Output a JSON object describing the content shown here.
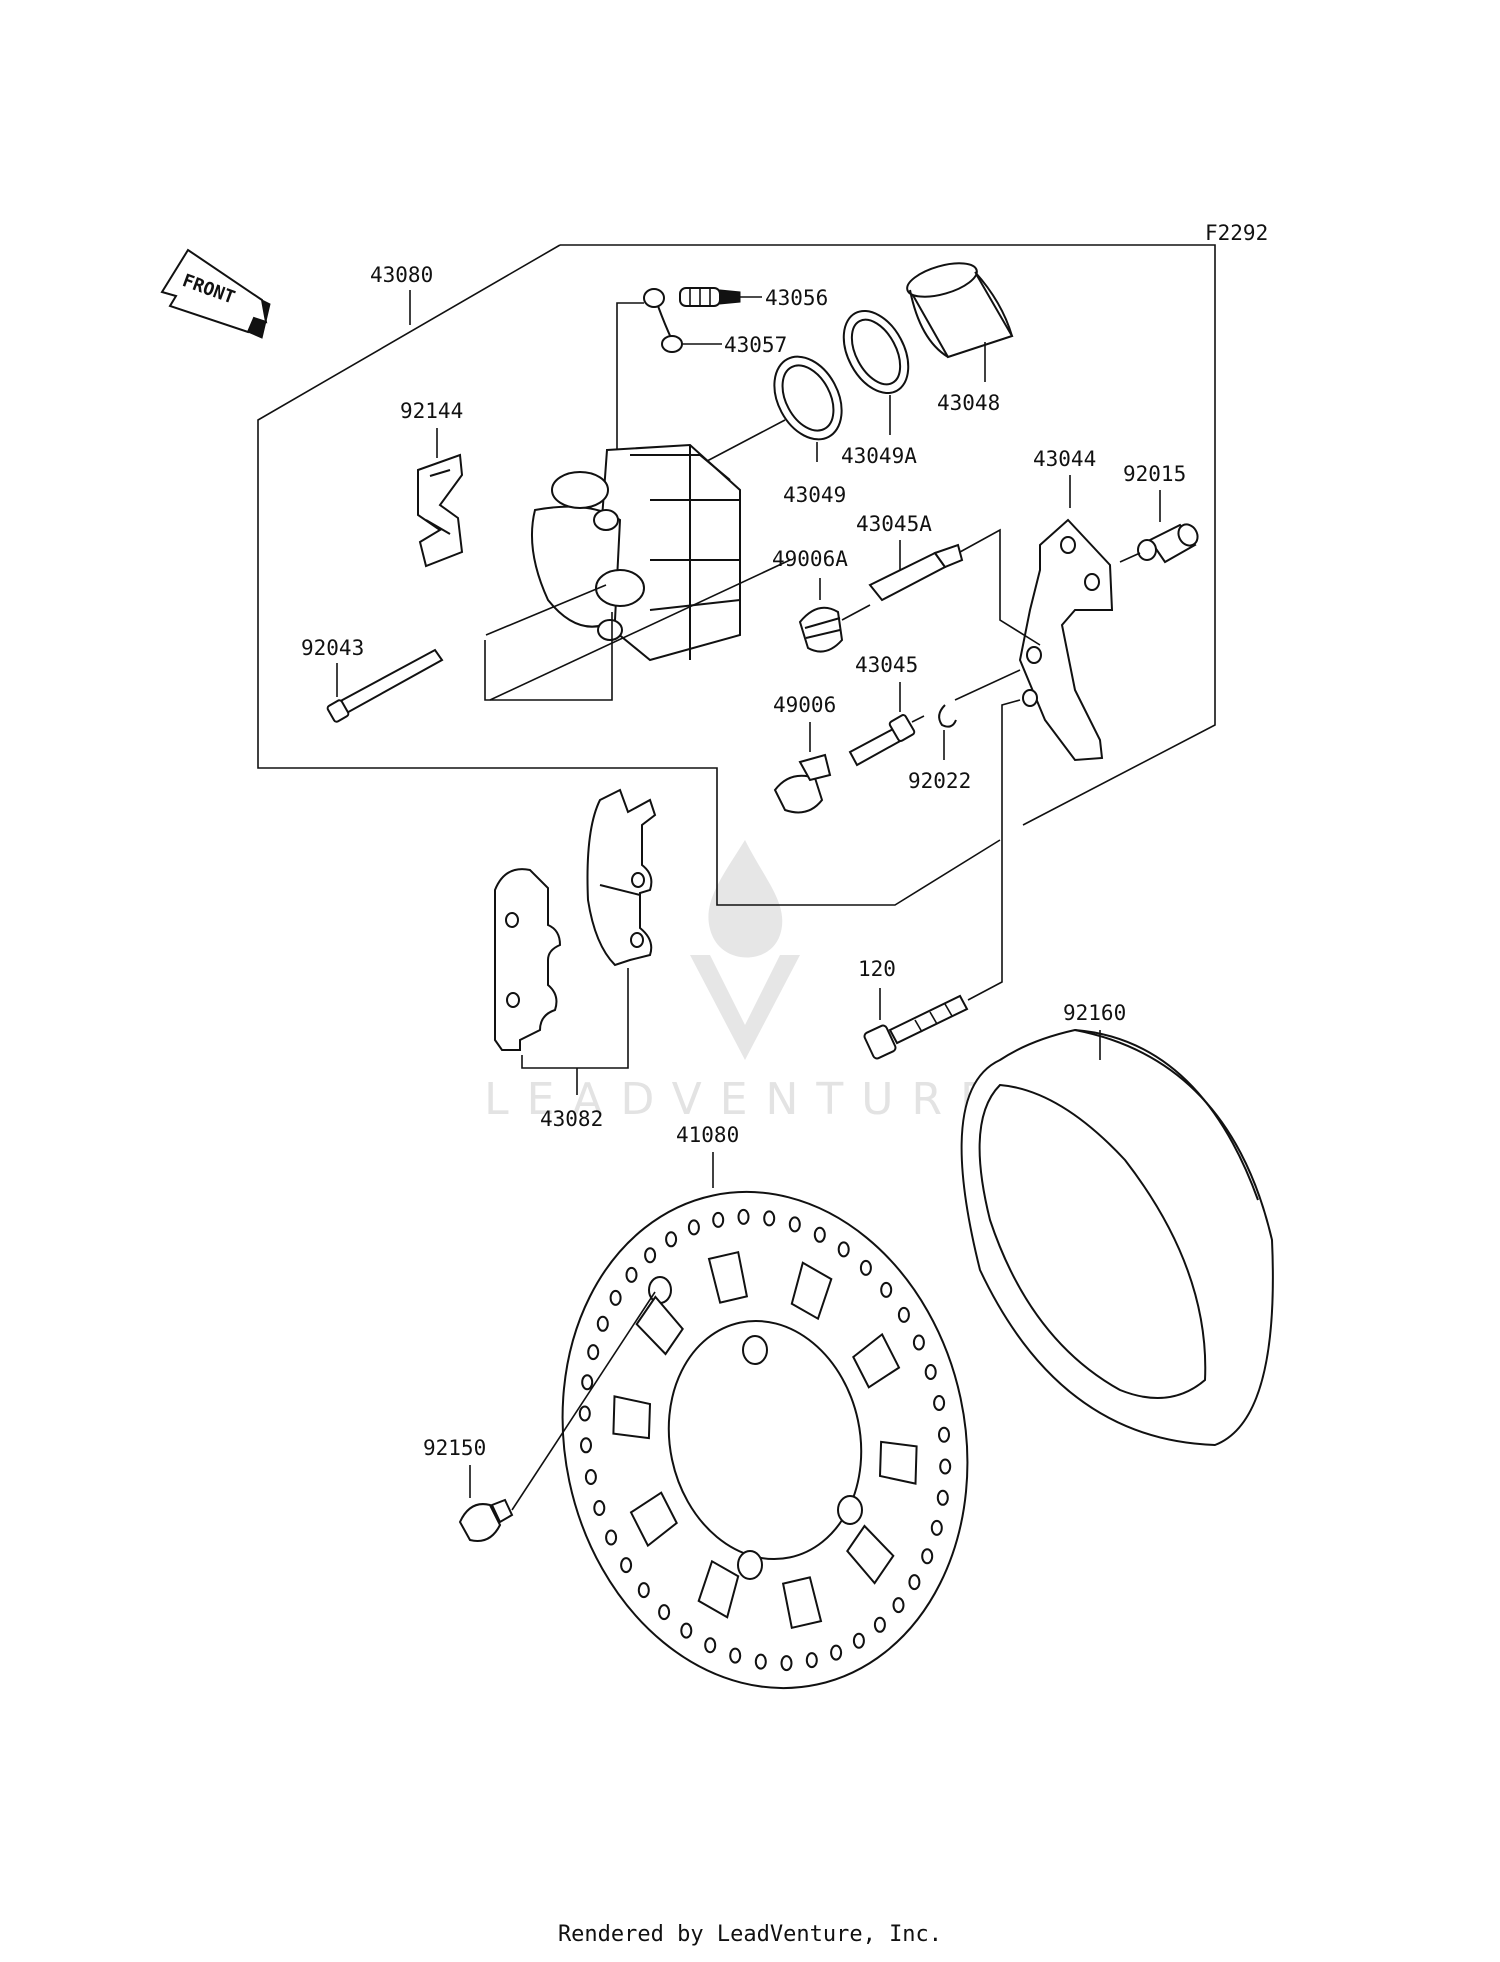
{
  "figure_code": "F2292",
  "front_label": "FRONT",
  "watermark": "LEADVENTURE",
  "footer": "Rendered by LeadVenture, Inc.",
  "parts": {
    "p43080": "43080",
    "p43056": "43056",
    "p43057": "43057",
    "p43048": "43048",
    "p92144": "92144",
    "p43049A": "43049A",
    "p43049": "43049",
    "p43044": "43044",
    "p92015": "92015",
    "p43045A": "43045A",
    "p49006A": "49006A",
    "p92043": "92043",
    "p43045": "43045",
    "p49006": "49006",
    "p92022": "92022",
    "p120": "120",
    "p92160": "92160",
    "p43082": "43082",
    "p41080": "41080",
    "p92150": "92150"
  }
}
